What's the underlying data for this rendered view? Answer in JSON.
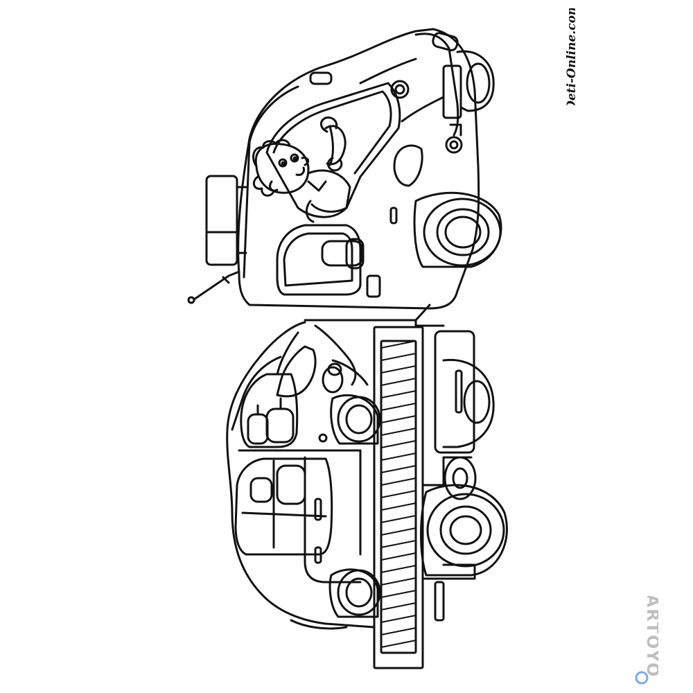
{
  "image": {
    "subject": "tow truck with driver carrying a car",
    "style": "black-and-white line art coloring page"
  },
  "watermarks": {
    "site": "Deti-Online.com",
    "brand": "ARTOYO"
  },
  "colors": {
    "line": "#111111",
    "background": "#ffffff",
    "brand_text": "#bfbfbf",
    "brand_accent": "#7fa8e8"
  }
}
